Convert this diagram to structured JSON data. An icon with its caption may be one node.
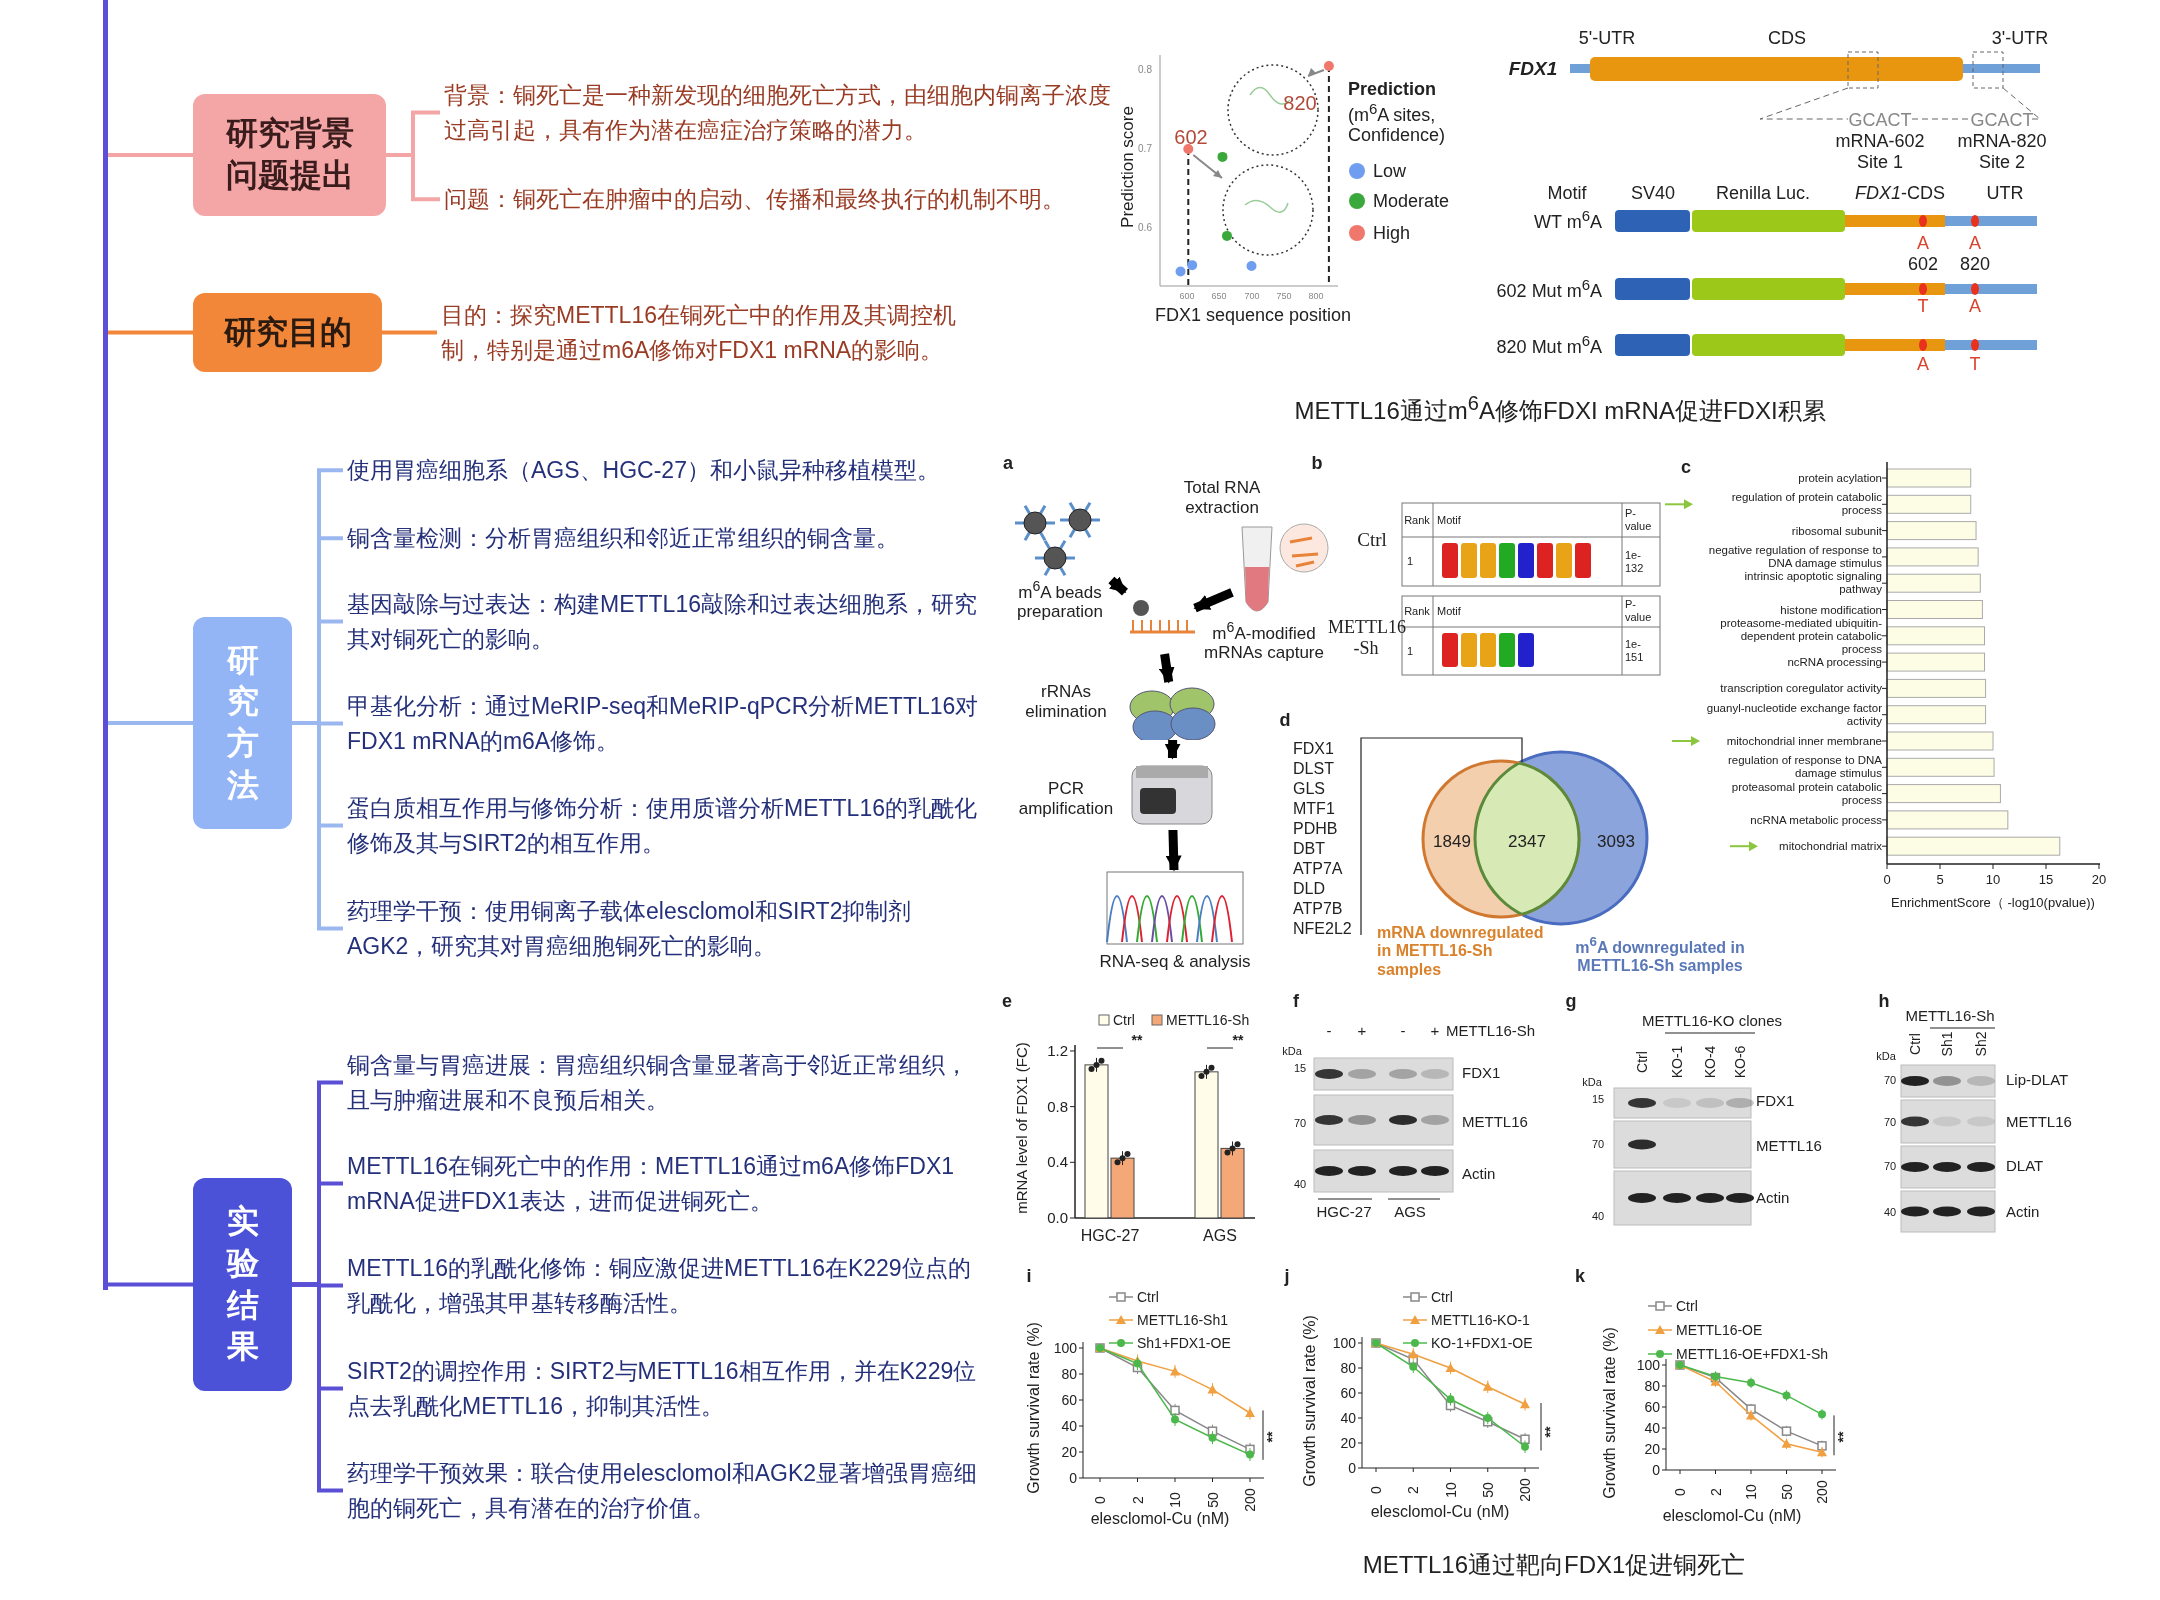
{
  "diagram": {
    "nodes": [
      {
        "text": [],
        "shape": "bar"
      },
      {
        "text": [
          "研究背景问题提出"
        ]
      },
      {
        "text": [
          "背景：铜死亡是一种新发现的细胞死亡方式，由细胞内铜离子浓度过高引起，具有作为潜在癌症治疗策略的潜力。"
        ]
      },
      {
        "text": [
          "问题：铜死亡在肿瘤中的启动、传播和最终执行的机制不明。"
        ]
      },
      {
        "text": [
          "研究目的"
        ]
      },
      {
        "text": [
          "目的：探究METTL16在铜死亡中的作用及其调控机制，特别是通过m6A修饰对FDX1 mRNA的影响。"
        ]
      },
      {
        "text": [
          "研究方法"
        ]
      },
      {
        "text": [
          "使用胃癌细胞系（AGS、HGC-27）和小鼠异种移植模型。"
        ]
      },
      {
        "text": [
          "铜含量检测：分析胃癌组织和邻近正常组织的铜含量。"
        ]
      },
      {
        "text": [
          "基因敲除与过表达：构建METTL16敲除和过表达细胞系，研究其对铜死亡的影响。"
        ]
      },
      {
        "text": [
          "甲基化分析：通过MeRIP-seq和MeRIP-qPCR分析METTL16对FDX1 mRNA的m6A修饰。"
        ]
      },
      {
        "text": [
          "蛋白质相互作用与修饰分析：使用质谱分析METTL16的乳酰化修饰及其与SIRT2的相互作用。"
        ]
      },
      {
        "text": [
          "药理学干预：使用铜离子载体elesclomol和SIRT2抑制剂AGK2，研究其对胃癌细胞铜死亡的影响。"
        ]
      },
      {
        "text": [
          "实验结果"
        ]
      },
      {
        "text": [
          "铜含量与胃癌进展：胃癌组织铜含量显著高于邻近正常组织，且与肿瘤进展和不良预后相关。"
        ]
      },
      {
        "text": [
          "METTL16在铜死亡中的作用：METTL16通过m6A修饰FDX1 mRNA促进FDX1表达，进而促进铜死亡。"
        ]
      },
      {
        "text": [
          "METTL16的乳酰化修饰：铜应激促进METTL16在K229位点的乳酰化，增强其甲基转移酶活性。"
        ]
      },
      {
        "text": [
          "SIRT2的调控作用：SIRT2与METTL16相互作用，并在K229位点去乳酰化METTL16，抑制其活性。"
        ]
      },
      {
        "text": [
          "药理学干预效果：联合使用elesclomol和AGK2显著增强胃癌细胞的铜死亡，具有潜在的治疗价值。"
        ]
      },
      {
        "text": [],
        "shape": "picture",
        "beside": [
          "m$^{6}$A beads preparation"
        ]
      },
      {
        "text": [],
        "shape": "picture",
        "beside": [
          "Total RNA extraction"
        ]
      },
      {
        "text": [],
        "shape": "picture",
        "beside": [
          "m$^{6}$A-modified mRNAs capture"
        ]
      },
      {
        "text": [],
        "shape": "picture",
        "beside": [
          "rRNAs elimination"
        ]
      },
      {
        "text": [],
        "shape": "picture",
        "beside": [
          "PCR amplification"
        ]
      },
      {
        "text": [],
        "shape": "picture",
        "beside": [
          "RNA-seq & analysis"
        ]
      }
    ],
    "edges": [
      {
        "from": 0,
        "to": 1,
        "arrow": "none",
        "color": "#f4a6a6"
      },
      {
        "from": 1,
        "to": 2,
        "arrow": "none",
        "color": "#f4a6a6"
      },
      {
        "from": 1,
        "to": 3,
        "arrow": "none",
        "color": "#f4a6a6"
      },
      {
        "from": 0,
        "to": 4,
        "arrow": "none",
        "color": "#f2873a"
      },
      {
        "from": 4,
        "to": 5,
        "arrow": "none",
        "color": "#f2873a"
      },
      {
        "from": 0,
        "to": 6,
        "arrow": "none"
      },
      {
        "from": 6,
        "to": 7,
        "arrow": "none"
      },
      {
        "from": 6,
        "to": 8,
        "arrow": "none"
      },
      {
        "from": 6,
        "to": 9,
        "arrow": "none"
      },
      {
        "from": 6,
        "to": 10,
        "arrow": "none"
      },
      {
        "from": 6,
        "to": 11,
        "arrow": "none"
      },
      {
        "from": 6,
        "to": 12,
        "arrow": "none"
      },
      {
        "from": 0,
        "to": 13,
        "arrow": "none",
        "color": "#5b4fd6"
      },
      {
        "from": 13,
        "to": 14,
        "arrow": "none",
        "color": "#5b4fd6"
      },
      {
        "from": 13,
        "to": 15,
        "arrow": "none",
        "color": "#5b4fd6"
      },
      {
        "from": 13,
        "to": 16,
        "arrow": "none",
        "color": "#5b4fd6"
      },
      {
        "from": 13,
        "to": 17,
        "arrow": "none",
        "color": "#5b4fd6"
      },
      {
        "from": 13,
        "to": 18,
        "arrow": "none",
        "color": "#5b4fd6"
      },
      {
        "from": 19,
        "to": 21,
        "arrow": "to",
        "style": "thick",
        "color": "#000000"
      },
      {
        "from": 20,
        "to": 21,
        "arrow": "to",
        "style": "thick",
        "color": "#000000"
      },
      {
        "from": 21,
        "to": 22,
        "arrow": "to",
        "style": "thick",
        "color": "#000000"
      },
      {
        "from": 22,
        "to": 23,
        "arrow": "to",
        "style": "thick",
        "color": "#000000"
      },
      {
        "from": 23,
        "to": 24,
        "arrow": "to",
        "style": "thick",
        "color": "#000000"
      }
    ],
    "labels": [
      "0.8",
      "0.7",
      "0.6",
      "600",
      "650",
      "700",
      "750",
      "800",
      "Prediction score",
      "FDX1 sequence position",
      "602",
      "820",
      "**Prediction** (m$^{6}$A sites, Confidence)",
      "5'-UTR",
      "CDS",
      "3'-UTR",
      "FDX1",
      "GCACT",
      "mRNA-602 Site 1",
      "GCACT",
      "mRNA-820 Site 2",
      "Motif",
      "SV40",
      "Renilla Luc.",
      "*FDX1*-CDS",
      "UTR",
      "WT m$^{6}$A",
      "A",
      "A",
      "602",
      "820",
      "602 Mut m$^{6}$A",
      "T",
      "A",
      "820 Mut m$^{6}$A",
      "A",
      "T",
      "METTL16通过m$^{6}$A修饰FDXI mRNA促进FDXI积累",
      "a",
      "b",
      "Ctrl",
      "Rank",
      "Motif",
      "P-value",
      "1",
      "1e-132",
      "METTL16 -Sh",
      "Rank",
      "Motif",
      "P-value",
      "1",
      "1e-151",
      "c",
      "d",
      "FDX1",
      "DLST",
      "GLS",
      "MTF1",
      "PDHB",
      "DBT",
      "ATP7A",
      "DLD",
      "ATP7B",
      "NFE2L2",
      "1849",
      "2347",
      "3093",
      "mRNA downregulated in METTL16-Sh samples",
      "m$^{6}$A downregulated in METTL16-Sh samples",
      "e",
      "**",
      "**",
      "1.2",
      "0.8",
      "0.4",
      "0.0",
      "mRNA level of FDX1 (FC)",
      "HGC-27",
      "AGS",
      "f",
      "kDa",
      "-",
      "+",
      "-",
      "+",
      "METTL16-Sh",
      "15",
      "FDX1",
      "70",
      "METTL16",
      "40",
      "Actin",
      "HGC-27",
      "AGS",
      "g",
      "METTL16-KO clones",
      "kDa",
      "Ctrl",
      "KO-1",
      "KO-4",
      "KO-6",
      "15",
      "FDX1",
      "70",
      "METTL16",
      "40",
      "Actin",
      "h",
      "METTL16-Sh",
      "kDa",
      "Ctrl",
      "Sh1",
      "Sh2",
      "70",
      "Lip-DLAT",
      "70",
      "METTL16",
      "70",
      "DLAT",
      "40",
      "Actin",
      "i",
      "100",
      "80",
      "60",
      "40",
      "20",
      "0",
      "0",
      "2",
      "10",
      "50",
      "200",
      "Growth survival rate (%)",
      "elesclomol-Cu (nM)",
      "**",
      "j",
      "100",
      "80",
      "60",
      "40",
      "20",
      "0",
      "0",
      "2",
      "10",
      "50",
      "200",
      "Growth survival rate (%)",
      "elesclomol-Cu (nM)",
      "**",
      "k",
      "100",
      "80",
      "60",
      "40",
      "20",
      "0",
      "0",
      "2",
      "10",
      "50",
      "200",
      "Growth survival rate (%)",
      "elesclomol-Cu (nM)",
      "**",
      "METTL16通过靶向FDX1促进铜死亡"
    ],
    "legend": [
      {
        "text": "Low",
        "color": "#6f9ef0"
      },
      {
        "text": "Moderate",
        "color": "#3aa83a"
      },
      {
        "text": "High",
        "color": "#f0776b"
      },
      {
        "text": "Ctrl",
        "color": "#fffdea"
      },
      {
        "text": "METTL16-Sh",
        "color": "#f4a878"
      },
      {
        "text": "Ctrl"
      },
      {
        "text": "METTL16-Sh1"
      },
      {
        "text": "Sh1+FDX1-OE"
      },
      {
        "text": "Ctrl"
      },
      {
        "text": "METTL16-KO-1"
      },
      {
        "text": "KO-1+FDX1-OE"
      },
      {
        "text": "Ctrl"
      },
      {
        "text": "METTL16-OE"
      },
      {
        "text": "METTL16-OE+FDX1-Sh"
      }
    ],
    "chart_data": {
      "type": "bar",
      "orientation": "horizontal",
      "xlabel": "EnrichmentScore（ -log10(pvalue))",
      "categories": [
        "protein acylation",
        "regulation of protein catabolic process",
        "ribosomal subunit",
        "negative regulation of response to DNA damage stimulus",
        "intrinsic apoptotic signaling pathway",
        "histone modification",
        "proteasome-mediated ubiquitin-dependent protein catabolic process",
        "ncRNA processing",
        "transcription coregulator activity",
        "guanyl-nucleotide exchange factor activity",
        "mitochondrial inner membrane",
        "regulation of response to DNA damage stimulus",
        "proteasomal protein catabolic process",
        "ncRNA metabolic process",
        "mitochondrial matrix"
      ],
      "values": [
        7.9,
        7.9,
        8.4,
        8.6,
        8.8,
        9.0,
        9.2,
        9.2,
        9.3,
        9.3,
        10.0,
        10.1,
        10.7,
        11.4,
        16.3
      ],
      "xlim": [
        0,
        20
      ],
      "xticks": [
        0,
        5,
        10,
        15,
        20
      ]
    }
  }
}
